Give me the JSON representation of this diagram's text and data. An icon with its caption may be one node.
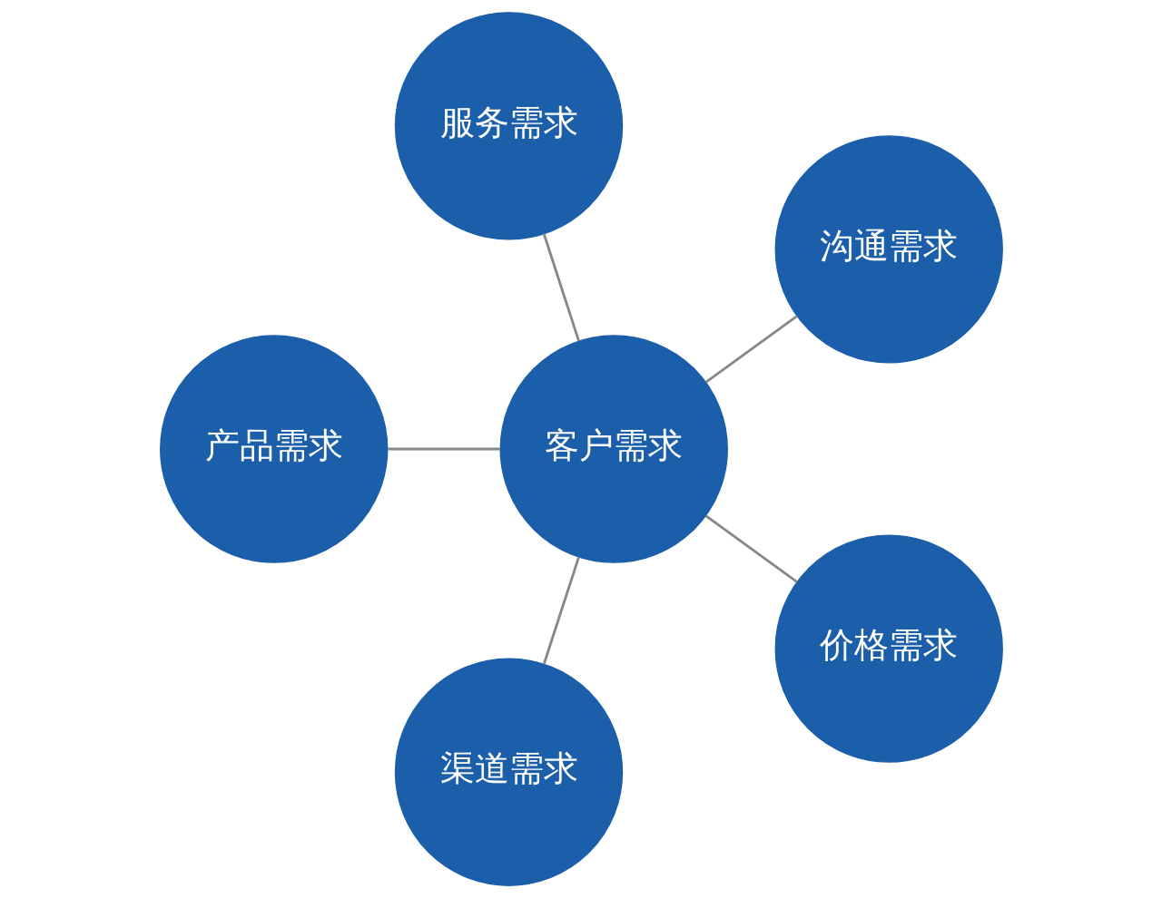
{
  "diagram": {
    "nodes": [
      {
        "text": [
          "沟通需求"
        ]
      },
      {
        "text": [
          "服务需求"
        ]
      },
      {
        "text": [
          "产品需求"
        ]
      },
      {
        "text": [
          "客户需求"
        ]
      },
      {
        "text": [
          "渠道需求"
        ]
      },
      {
        "text": [
          "价格需求"
        ]
      }
    ],
    "edges": [
      {
        "from": 3,
        "to": 0,
        "arrow": "none"
      },
      {
        "from": 3,
        "to": 1,
        "arrow": "none"
      },
      {
        "from": 3,
        "to": 2,
        "arrow": "none"
      },
      {
        "from": 3,
        "to": 4,
        "arrow": "none"
      },
      {
        "from": 3,
        "to": 5,
        "arrow": "none"
      }
    ]
  }
}
